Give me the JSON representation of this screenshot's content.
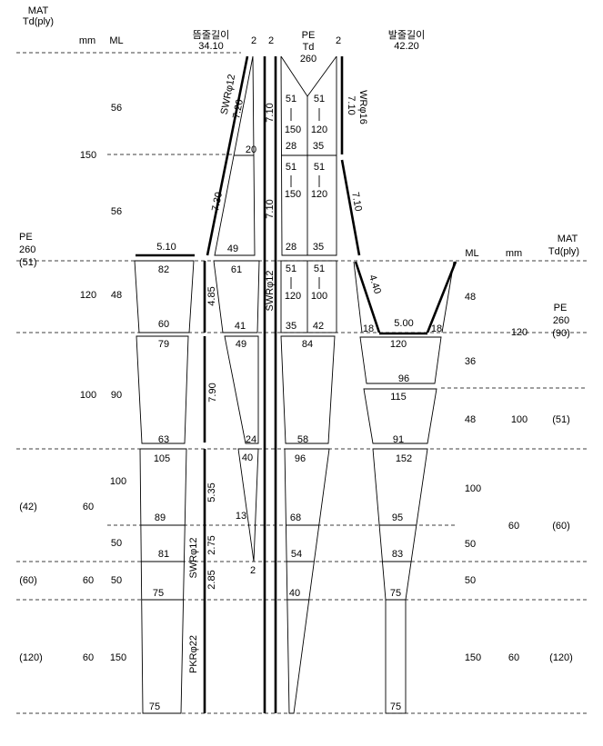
{
  "header": {
    "mat": "MAT",
    "td_ply": "Td(ply)",
    "mm": "mm",
    "ml": "ML",
    "float_line_title": "뜸줄길이",
    "float_line_length": "34.10",
    "ply_side_rope": "2",
    "ply_headline_rope": "2",
    "square_material": "PE",
    "square_td": "Td",
    "square_td_value": "260",
    "ply_wing_rope": "2",
    "ground_line_title": "발줄길이",
    "ground_line_length": "42.20"
  },
  "left_spec": {
    "wing_ml_top": "56",
    "wing_mm": "150",
    "wing_ml_bottom": "56",
    "wing_material": "PE",
    "wing_td": "260",
    "wing_ply": "(51)",
    "s1_mm": "120",
    "s1_ml": "48",
    "s2_mm": "100",
    "s2_ml": "90",
    "s3_ml_a": "100",
    "s3_ply": "(42)",
    "s3_mm": "60",
    "s3_ml_b": "50",
    "s4_ply": "(60)",
    "s4_mm": "60",
    "s4_ml": "50",
    "s5_ply": "(120)",
    "s5_mm": "60",
    "s5_ml": "150"
  },
  "right_spec": {
    "ml": "ML",
    "mm": "mm",
    "mat": "MAT",
    "td_ply": "Td(ply)",
    "s1_ml": "48",
    "s1_material": "PE",
    "s1_td": "260",
    "s1_ply": "(90)",
    "s1_mm": "120",
    "s2a_ml": "36",
    "s2b_ml": "48",
    "s2b_mm": "100",
    "s2b_ply": "(51)",
    "s3_ml_a": "100",
    "s3_mm": "60",
    "s3_ply": "(60)",
    "s3_ml_b": "50",
    "s4_ml": "50",
    "s5_ml": "150",
    "s5_mm": "60",
    "s5_ply": "(120)"
  },
  "lower_panel": {
    "ground_rope": "5.10",
    "p1_top": "82",
    "p1_bottom": "60",
    "p2_top": "79",
    "p2_bottom": "63",
    "p3_top": "105",
    "p3_mid": "89",
    "p3_b": "81",
    "p3_c": "75",
    "p4_bottom": "75"
  },
  "side_panel": {
    "rope_label": "SWRφ12",
    "rope_len_1": "7.20",
    "rope_len_2": "7.30",
    "w_mid": "20",
    "w_bottom": "49",
    "p1_top": "61",
    "p1_bottom": "41",
    "rope_len_3": "4.85",
    "p2_top": "49",
    "p2_bottom": "24",
    "rope_len_4": "7.90",
    "p3_top": "40",
    "p3_mid": "13",
    "p3_end": "2",
    "rope_len_5": "5.35",
    "rope_len_6": "2.75",
    "rope_label_2": "SWRφ12",
    "rope_len_7": "2.85",
    "rope_label_3": "PKRφ22"
  },
  "headline_rope": {
    "len_1": "7.10",
    "len_2": "7.10",
    "label": "SWRφ12"
  },
  "upper_panel": {
    "a_l_top": "51",
    "a_l_bottom": "150",
    "a_r_top": "51",
    "a_r_bottom": "120",
    "a_l_end": "28",
    "a_r_end": "35",
    "b_l_top": "51",
    "b_l_bottom": "150",
    "b_r_top": "51",
    "b_r_bottom": "120",
    "b_l_end": "28",
    "b_r_end": "35",
    "c_l_top": "51",
    "c_l_bottom": "120",
    "c_r_top": "51",
    "c_r_bottom": "100",
    "c_l_end": "35",
    "c_r_end": "42",
    "d_top": "84",
    "d_bottom": "58",
    "e_top": "96",
    "e_mid": "68",
    "e_b": "54",
    "e_c": "40"
  },
  "wing_rope": {
    "label": "WRφ16",
    "len_1": "7.10",
    "len_2": "7.10",
    "len_3": "4.40"
  },
  "bosom": {
    "left_meshes": "18",
    "ground_rope": "5.00",
    "right_meshes": "18"
  },
  "belly_panel": {
    "a_top": "120",
    "a_bottom": "96",
    "b_top": "115",
    "b_bottom": "91",
    "c_top": "152",
    "c_mid": "95",
    "c_b": "83",
    "c_c": "75",
    "d_bottom": "75"
  }
}
